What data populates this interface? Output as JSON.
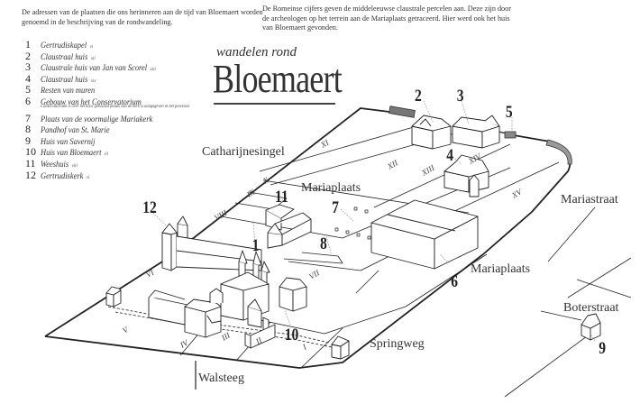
{
  "intro": {
    "left": "De adressen van de plaatsen die ons herinneren aan de tijd van Bloemaert worden genoemd in de beschrijving van de rondwandeling.",
    "right": "De Romeinse cijfers geven de middeleeuwse claustrale percelen aan. Deze zijn door de archeologen op het terrein  aan de Mariaplaats getraceerd. Hier werd ook het huis van Bloemaert gevonden."
  },
  "title": {
    "subtitle": "wandelen rond",
    "main": "Bloemaert"
  },
  "legend": [
    {
      "num": "1",
      "label": "Gertrudiskapel",
      "roman": "vi"
    },
    {
      "num": "2",
      "label": "Claustraal huis",
      "roman": "xii"
    },
    {
      "num": "3",
      "label": "Claustrale huis van Jan van Scorel",
      "roman": "xiii"
    },
    {
      "num": "4",
      "label": "Claustraal huis",
      "roman": "xiv"
    },
    {
      "num": "5",
      "label": "Resten van muren",
      "roman": ""
    },
    {
      "num": "6",
      "label": "Gebouw van het Conservatorium",
      "roman": "",
      "note": "Conservatorium is over het koor gebouwd  plaats van de kerk is aangegeven in het plaveisel"
    },
    {
      "num": "7",
      "label": "Plaats van de voormalige Mariakerk",
      "roman": ""
    },
    {
      "num": "8",
      "label": "Pandhof van St. Marie",
      "roman": ""
    },
    {
      "num": "9",
      "label": "Huis van Savernij",
      "roman": ""
    },
    {
      "num": "10",
      "label": "Huis van Bloemaert",
      "roman": "iii"
    },
    {
      "num": "11",
      "label": "Weeshuis",
      "roman": "viii"
    },
    {
      "num": "12",
      "label": "Gertrudiskerk",
      "roman": "vi"
    }
  ],
  "map": {
    "streets": {
      "catharijnesingel": "Catharijnesingel",
      "mariaplaats_top": "Mariaplaats",
      "mariaplaats_bottom": "Mariaplaats",
      "mariastraat": "Mariastraat",
      "boterstraat": "Boterstraat",
      "springweg": "Springweg",
      "walsteeg": "Walsteeg"
    },
    "markers": [
      "1",
      "2",
      "3",
      "4",
      "5",
      "6",
      "7",
      "8",
      "9",
      "10",
      "11",
      "12"
    ],
    "parcels": [
      "I",
      "II",
      "III",
      "IV",
      "V",
      "VI",
      "VII",
      "VIII",
      "IX",
      "X",
      "XI",
      "XII",
      "XIII",
      "XIV",
      "XV"
    ]
  }
}
